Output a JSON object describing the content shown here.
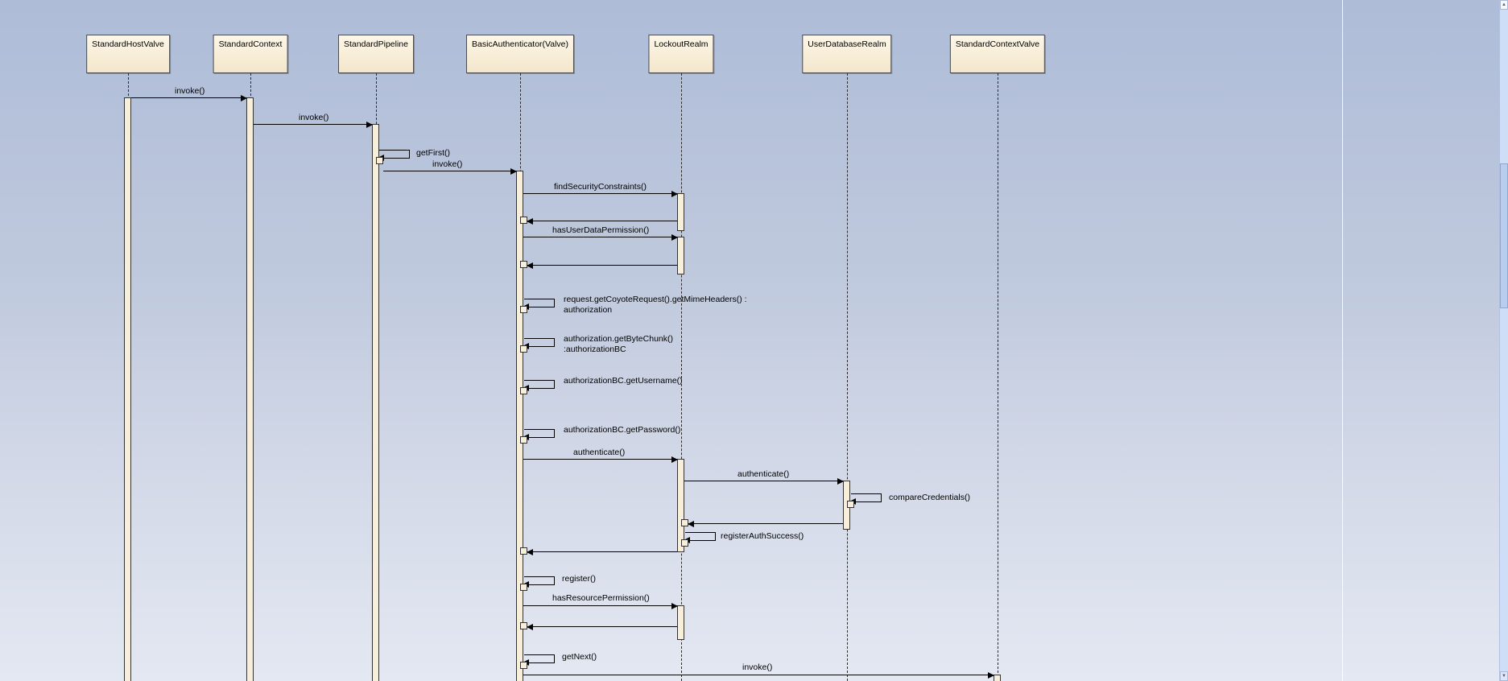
{
  "colors": {
    "background_top": "#aebcd8",
    "background_bottom": "#e4e8f2",
    "actor_fill": "#f8efdb",
    "actor_border": "#4d4d4d",
    "activation_fill": "#f8efdb",
    "line": "#000000",
    "scrollbar_track": "#cfdef7",
    "scrollbar_thumb": "#b9ceef"
  },
  "actors": [
    {
      "label": "StandardHostValve"
    },
    {
      "label": "StandardContext"
    },
    {
      "label": "StandardPipeline"
    },
    {
      "label": "BasicAuthenticator(Valve)"
    },
    {
      "label": "LockoutRealm"
    },
    {
      "label": "UserDatabaseRealm"
    },
    {
      "label": "StandardContextValve"
    }
  ],
  "messages": {
    "invoke_host_context": "invoke()",
    "invoke_context_pipeline": "invoke()",
    "get_first": "getFirst()",
    "invoke_pipeline_auth": "invoke()",
    "find_security_constraints": "findSecurityConstraints()",
    "has_user_data_permission": "hasUserDataPermission()",
    "get_mime_headers_1": "request.getCoyoteRequest().getMimeHeaders() :",
    "get_mime_headers_2": "authorization",
    "get_byte_chunk_1": "authorization.getByteChunk()",
    "get_byte_chunk_2": ":authorizationBC",
    "get_username": "authorizationBC.getUsername()",
    "get_password": "authorizationBC.getPassword()",
    "authenticate_lockout": "authenticate()",
    "authenticate_userdb": "authenticate()",
    "compare_credentials": "compareCredentials()",
    "register_auth_success": "registerAuthSuccess()",
    "register": "register()",
    "has_resource_permission": "hasResourcePermission()",
    "get_next": "getNext()",
    "invoke_context_valve": "invoke()"
  },
  "scrollbar": {
    "up_icon": "▲",
    "down_icon": "▼"
  }
}
